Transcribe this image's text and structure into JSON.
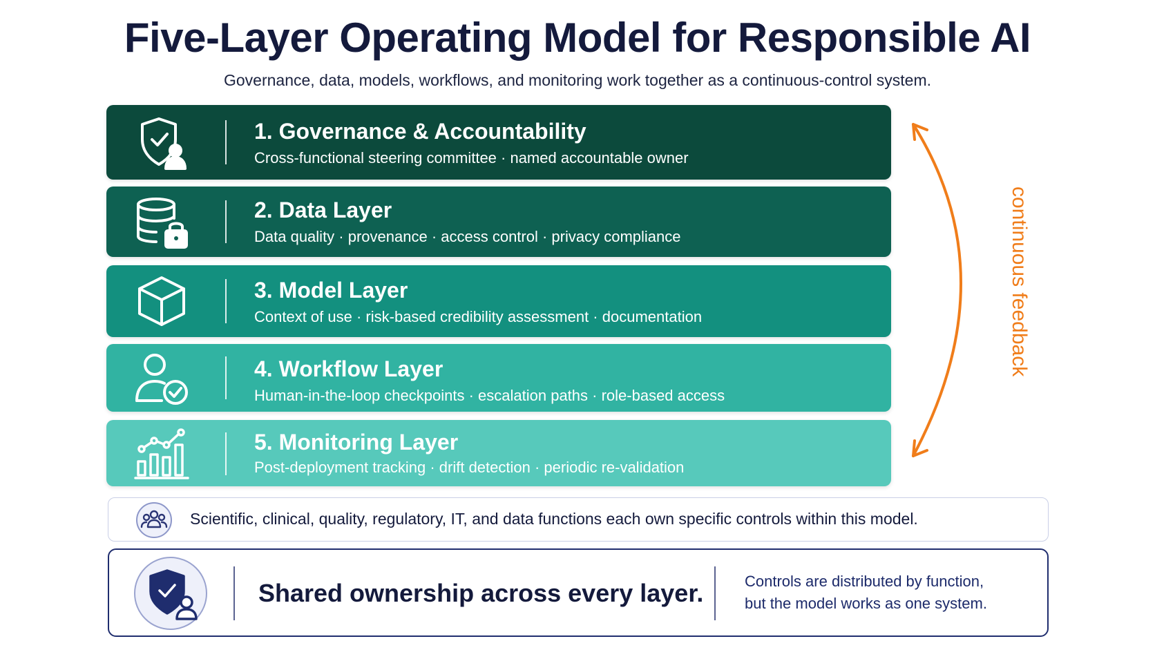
{
  "header": {
    "title": "Five-Layer Operating Model for Responsible AI",
    "subtitle": "Governance, data, models, workflows, and monitoring work together as a continuous-control system."
  },
  "layers": [
    {
      "title": "1. Governance & Accountability",
      "description": "Cross-functional steering committee · named accountable owner",
      "icon": "shield-person-icon",
      "color": "#0c4a3c"
    },
    {
      "title": "2. Data Layer",
      "description": "Data quality · provenance · access control · privacy compliance",
      "icon": "database-lock-icon",
      "color": "#0e6152"
    },
    {
      "title": "3. Model Layer",
      "description": "Context of use · risk-based credibility assessment · documentation",
      "icon": "cube-icon",
      "color": "#13907f"
    },
    {
      "title": "4. Workflow Layer",
      "description": "Human-in-the-loop checkpoints · escalation paths · role-based access",
      "icon": "user-check-icon",
      "color": "#31b3a2"
    },
    {
      "title": "5. Monitoring Layer",
      "description": "Post-deployment tracking · drift detection · periodic re-validation",
      "icon": "bar-chart-trend-icon",
      "color": "#57c9bb"
    }
  ],
  "feedback": {
    "label": "continuous feedback",
    "color": "#f07d1a"
  },
  "functions_note": {
    "text": "Scientific, clinical, quality, regulatory, IT, and data functions each own specific controls within this model.",
    "icon": "team-icon"
  },
  "shared_ownership": {
    "title": "Shared ownership across every layer.",
    "note_line1": "Controls are distributed by function,",
    "note_line2": "but the model works as one system.",
    "icon": "shield-person-icon",
    "border_color": "#1f2d6e"
  }
}
